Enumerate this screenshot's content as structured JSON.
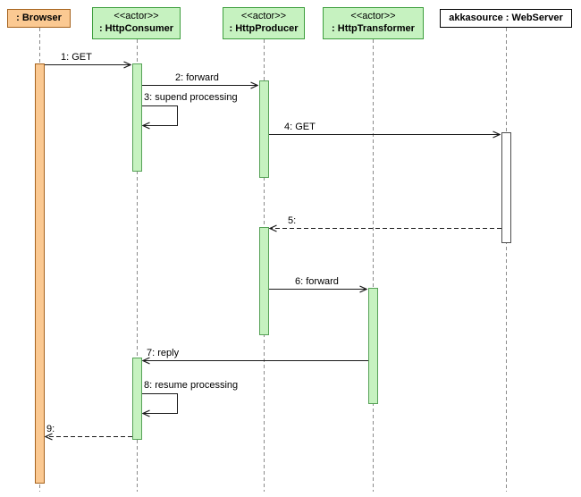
{
  "diagram": {
    "type": "uml-sequence-diagram",
    "participants": [
      {
        "name": ": Browser"
      },
      {
        "stereotype": "<<actor>>",
        "name": ": HttpConsumer"
      },
      {
        "stereotype": "<<actor>>",
        "name": ": HttpProducer"
      },
      {
        "stereotype": "<<actor>>",
        "name": ": HttpTransformer"
      },
      {
        "name": "akkasource : WebServer"
      }
    ],
    "messages": [
      {
        "label": "1: GET",
        "from": ": Browser",
        "to": ": HttpConsumer",
        "line": "solid"
      },
      {
        "label": "2: forward",
        "from": ": HttpConsumer",
        "to": ": HttpProducer",
        "line": "solid"
      },
      {
        "label": "3: supend processing",
        "from": ": HttpConsumer",
        "to": ": HttpConsumer",
        "line": "self"
      },
      {
        "label": "4: GET",
        "from": ": HttpProducer",
        "to": "akkasource : WebServer",
        "line": "solid"
      },
      {
        "label": "5:",
        "from": "akkasource : WebServer",
        "to": ": HttpProducer",
        "line": "dashed"
      },
      {
        "label": "6: forward",
        "from": ": HttpProducer",
        "to": ": HttpTransformer",
        "line": "solid"
      },
      {
        "label": "7: reply",
        "from": ": HttpTransformer",
        "to": ": HttpConsumer",
        "line": "solid"
      },
      {
        "label": "8: resume processing",
        "from": ": HttpConsumer",
        "to": ": HttpConsumer",
        "line": "self"
      },
      {
        "label": "9:",
        "from": ": HttpConsumer",
        "to": ": Browser",
        "line": "dashed"
      }
    ],
    "colors": {
      "actor_fill": "#c6f2c0",
      "actor_border": "#3d9e3d",
      "browser_fill": "#fbc992",
      "browser_border": "#a5631e",
      "webserver_fill": "#ffffff",
      "webserver_border": "#000000",
      "lifeline": "#8a8a8a",
      "message_line": "#1a1a1a"
    }
  }
}
